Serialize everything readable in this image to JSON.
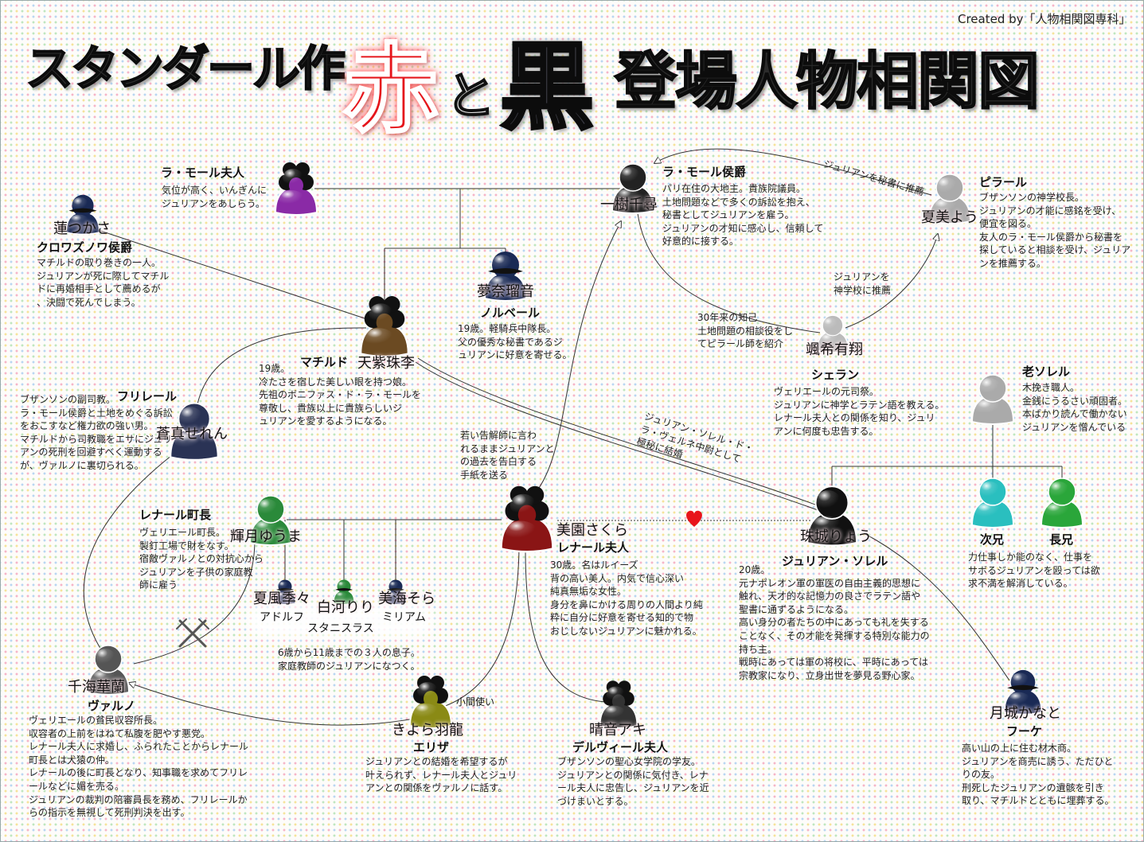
{
  "title": {
    "part1": "スタンダール作",
    "aka": "赤",
    "to": "と",
    "kuro": "黒",
    "part2": "登場人物相関図"
  },
  "credit": "Created by「人物相関図専科」",
  "colors": {
    "heart": "#e8141b",
    "line": "#333333",
    "aka": "#e5151b"
  },
  "people": {
    "lamole_fujin": {
      "role": "ラ・モール夫人",
      "desc": [
        "気位が高く、いんぎんに",
        "ジュリアンをあしらう。"
      ]
    },
    "lamole_koshaku": {
      "role": "ラ・モール侯爵",
      "cast": "一樹千尋",
      "desc": [
        "パリ在住の大地主。貴族院議員。",
        "土地問題などで多くの訴訟を抱え、",
        "秘書としてジュリアンを雇う。",
        "ジュリアンの才知に感心し、信頼して",
        "好意的に接する。"
      ]
    },
    "pirard": {
      "role": "ピラール",
      "cast": "夏美よう",
      "desc": [
        "ブザンソンの神学校長。",
        "ジュリアンの才能に感銘を受け、",
        "便宜を図る。",
        "友人のラ・モール侯爵から秘書を",
        "探していると相談を受け、ジュリア",
        "ンを推薦する。"
      ]
    },
    "croisenois": {
      "role": "クロワズノワ侯爵",
      "cast": "蓮つかさ",
      "desc": [
        "マチルドの取り巻きの一人。",
        "ジュリアンが死に際してマチル",
        "ドに再婚相手として薦めるが",
        "、決闘で死んでしまう。"
      ]
    },
    "norbert": {
      "role": "ノルベール",
      "cast": "夢奈瑠音",
      "desc": [
        "19歳。軽騎兵中隊長。",
        "父の優秀な秘書であるジ",
        "ュリアンに好意を寄せる。"
      ]
    },
    "mathilde": {
      "role": "マチルド",
      "cast": "天紫珠李",
      "desc": [
        "19歳。",
        "冷たさを宿した美しい眼を持つ娘。",
        "先祖のボニファス・ド・ラ・モールを",
        "尊敬し、貴族以上に貴族らしいジ",
        "ュリアンを愛するようになる。"
      ]
    },
    "chelan": {
      "role": "シェラン",
      "cast": "颯希有翔",
      "desc": [
        "ヴェリエールの元司祭。",
        "ジュリアンに神学とラテン語を教える。",
        "レナール夫人との関係を知り、ジュリ",
        "アンに何度も忠告する。"
      ]
    },
    "frilair": {
      "role": "フリレール",
      "cast": "蒼真せれん",
      "desc": [
        "ブザンソンの副司教。",
        "ラ・モール侯爵と土地をめぐる訴訟",
        "をおこすなど権力欲の強い男。",
        "マチルドから司教職をエサにジュリ",
        "アンの死刑を回避すべく運動する",
        "が、ヴァルノに裏切られる。"
      ]
    },
    "sorel_pere": {
      "role": "老ソレル",
      "desc": [
        "木挽き職人。",
        "金銭にうるさい頑固者。",
        "本ばかり読んで働かない",
        "ジュリアンを憎んでいる"
      ]
    },
    "renal": {
      "role": "レナール町長",
      "cast": "輝月ゆうま",
      "desc": [
        "ヴェリエール町長。",
        "製釘工場で財をなす。",
        "宿敵ヴァルノとの対抗心から",
        "ジュリアンを子供の家庭教",
        "師に雇う"
      ]
    },
    "madame_renal": {
      "role": "レナール夫人",
      "cast": "美園さくら",
      "desc": [
        "30歳。名はルイーズ",
        "背の高い美人。内気で信心深い",
        "純真無垢な女性。",
        "身分を鼻にかける周りの人間より純",
        "粋に自分に好意を寄せる知的で物",
        "おじしないジュリアンに魅かれる。"
      ]
    },
    "julien": {
      "role": "ジュリアン・ソレル",
      "cast": "珠城りょう",
      "desc": [
        "20歳。",
        "元ナポレオン軍の軍医の自由主義的思想に",
        "触れ、天才的な記憶力の良さでラテン語や",
        "聖書に通ずるようになる。",
        "高い身分の者たちの中にあっても礼を失する",
        "ことなく、その才能を発揮する特別な能力の",
        "持ち主。",
        "戦時にあっては軍の将校に、平時にあっては",
        "宗教家になり、立身出世を夢見る野心家。"
      ]
    },
    "brothers": {
      "role_second": "次兄",
      "role_eldest": "長兄",
      "desc": [
        "力仕事しか能のなく、仕事を",
        "サボるジュリアンを殴っては欲",
        "求不満を解消している。"
      ]
    },
    "children": {
      "adolphe_cast": "夏風季々",
      "adolphe": "アドルフ",
      "stanislas_cast": "白河りり",
      "stanislas": "スタニスラス",
      "miriam_cast": "美海そら",
      "miriam": "ミリアム",
      "desc": [
        "6歳から11歳までの３人の息子。",
        "家庭教師のジュリアンになつく。"
      ]
    },
    "valenod": {
      "role": "ヴァルノ",
      "cast": "千海華蘭",
      "desc": [
        "ヴェリエールの貧民収容所長。",
        "収容者の上前をはねて私腹を肥やす悪党。",
        "レナール夫人に求婚し、ふられたことからレナール",
        "町長とは犬猿の仲。",
        "レナールの後に町長となり、知事職を求めてフリレ",
        "ールなどに媚を売る。",
        "ジュリアンの裁判の陪審員長を務め、フリレールか",
        "らの指示を無視して死刑判決を出す。"
      ]
    },
    "elisa": {
      "role": "エリザ",
      "cast": "きよら羽龍",
      "desc": [
        "ジュリアンとの結婚を希望するが",
        "叶えられず、レナール夫人とジュリ",
        "アンとの関係をヴァルノに話す。"
      ]
    },
    "derville": {
      "role": "デルヴィール夫人",
      "cast": "晴音アキ",
      "desc": [
        "ブザンソンの聖心女学院の学友。",
        "ジュリアンとの関係に気付き、レナ",
        "ール夫人に忠告し、ジュリアンを近",
        "づけまいとする。"
      ]
    },
    "fouque": {
      "role": "フーケ",
      "cast": "月城かなと",
      "desc": [
        "高い山の上に住む材木商。",
        "ジュリアンを商売に誘う、ただひと",
        "りの友。",
        "刑死したジュリアンの遺骸を引き",
        "取り、マチルドとともに埋葬する。"
      ]
    }
  },
  "links": {
    "pirard_to_lamole": "ジュリアンを秘書に推薦",
    "chelan_to_pirard": [
      "ジュリアンを",
      "神学校に推薦"
    ],
    "chelan_to_lamole": [
      "30年来の知己",
      "土地問題の相談役をし",
      "てピラール師を紹介"
    ],
    "madame_to_lamole": [
      "若い告解師に言わ",
      "れるままジュリアンと",
      "の過去を告白する",
      "手紙を送る"
    ],
    "mathilde_julien": [
      "ジュリアン・ソレル・ド・",
      "ラ・ヴェルネ中尉として",
      "極秘に結婚"
    ],
    "elisa_note": "小間使い"
  }
}
